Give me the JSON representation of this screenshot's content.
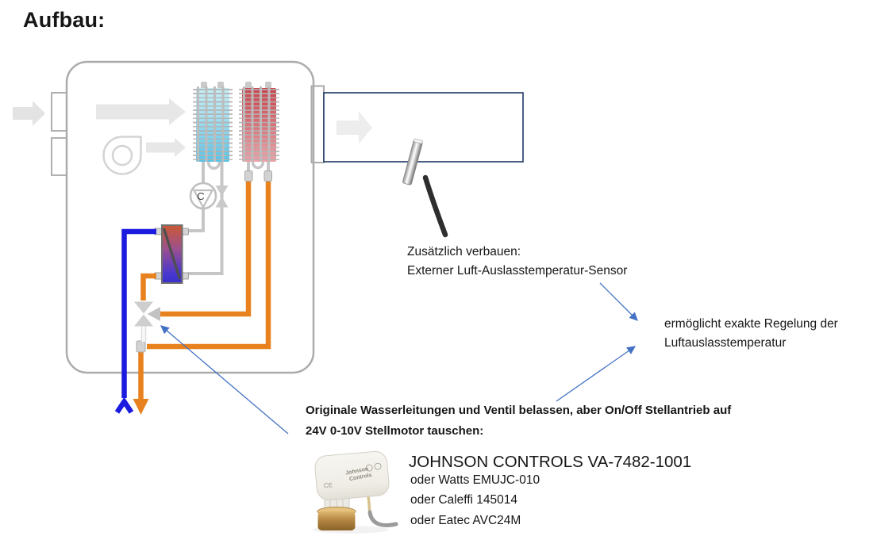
{
  "title": "Aufbau:",
  "diagram": {
    "pump_label": "C"
  },
  "sensor_note": {
    "line1": "Zusätzlich verbauen:",
    "line2": "Externer Luft-Auslasstemperatur-Sensor"
  },
  "benefit_note": {
    "line1": "ermöglicht exakte Regelung der",
    "line2": "Luftauslasstemperatur"
  },
  "valve_note": {
    "line1": "Originale Wasserleitungen und Ventil belassen, aber On/Off Stellantrieb auf",
    "line2": "24V 0-10V Stellmotor tauschen:"
  },
  "products": {
    "primary": "JOHNSON CONTROLS VA-7482-1001",
    "alt1": "oder Watts EMUJC-010",
    "alt2": "oder Caleffi 145014",
    "alt3": "oder Eatec AVC24M"
  },
  "actuator_photo": {
    "brand_line1": "Johnson",
    "brand_line2": "Controls",
    "ce_mark": "CE"
  },
  "colors": {
    "annotation_blue": "#4472C4",
    "pipe_blue": "#1B1BDF",
    "pipe_orange": "#E8821E",
    "duct_border": "#1F3864",
    "box_border": "#ABABAB"
  }
}
